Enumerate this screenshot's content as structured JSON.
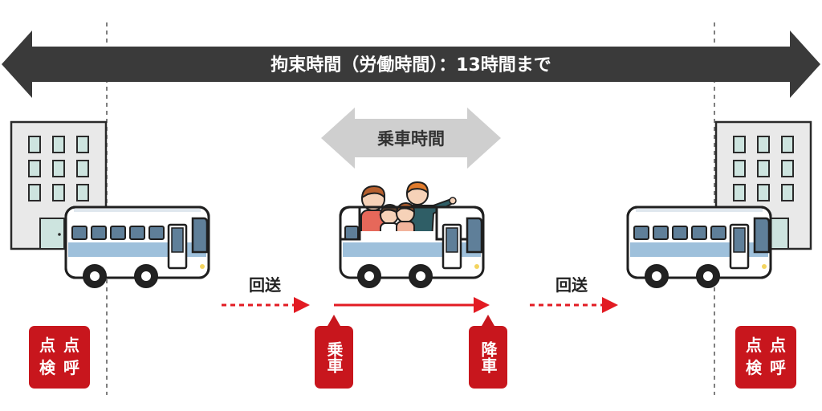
{
  "binding_time": {
    "label": "拘束時間（労働時間）：13時間まで"
  },
  "ride_time": {
    "label": "乗車時間"
  },
  "deadhead_left": {
    "label": "回送"
  },
  "deadhead_right": {
    "label": "回送"
  },
  "badges": {
    "check_left": {
      "chars": [
        "点",
        "点",
        "検",
        "呼"
      ]
    },
    "boarding": {
      "label": "乗車"
    },
    "alighting": {
      "label": "降車"
    },
    "check_right": {
      "chars": [
        "点",
        "点",
        "検",
        "呼"
      ]
    }
  },
  "colors": {
    "dark_arrow": "#3a3a3a",
    "gray_arrow": "#cfcfcf",
    "red": "#c8161d",
    "bus_blue": "#9ec0db",
    "building": "#e9e9e9"
  }
}
